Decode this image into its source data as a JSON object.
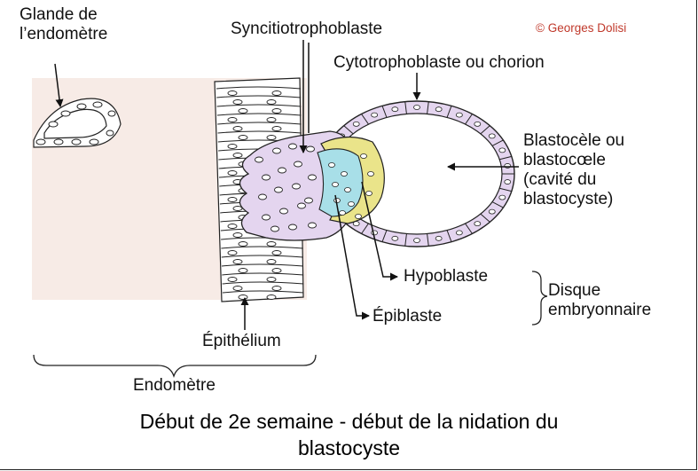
{
  "credit": "© Georges Dolisi",
  "labels": {
    "glande_line1": "Glande de",
    "glande_line2": "l’endomètre",
    "syncytio": "Syncitiotrophoblaste",
    "cyto": "Cytotrophoblaste ou chorion",
    "blasto_line1": "Blastocèle ou",
    "blasto_line2": "blastocœle",
    "blasto_line3": "(cavité du",
    "blasto_line4": "blastocyste)",
    "hypoblaste": "Hypoblaste",
    "epiblaste": "Épiblaste",
    "disque_line1": "Disque",
    "disque_line2": "embryonnaire",
    "epithelium": "Épithélium",
    "endometre": "Endomètre"
  },
  "caption": {
    "line1": "Début de 2e semaine - début de la nidation du",
    "line2": "blastocyste"
  },
  "colors": {
    "cell_fill": "#e4d5ef",
    "endometrium_bg": "#f7ebe6",
    "epiblaste_fill": "#a8dfe8",
    "hypoblaste_fill": "#eae48a",
    "line": "#222222",
    "credit": "#c0392b"
  }
}
